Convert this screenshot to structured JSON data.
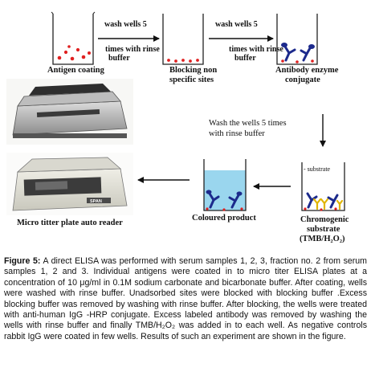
{
  "diagram": {
    "labels": {
      "antigen_coating": "Antigen coating",
      "wash1_l1": "wash wells 5",
      "wash1_l2": "times with rinse",
      "wash1_l3": "buffer",
      "blocking_l1": "Blocking non",
      "blocking_l2": "specific sites",
      "wash2_l1": "wash wells 5",
      "wash2_l2": "times with rinse",
      "wash2_l3": "buffer",
      "conjugate_l1": "Antibody enzyme",
      "conjugate_l2": "conjugate",
      "wash3_l1": "Wash the wells 5 times",
      "wash3_l2": "with rinse buffer",
      "substrate_tag": "- substrate",
      "chromo_l1": "Chromogenic",
      "chromo_l2": "substrate",
      "chromo_l3": "(TMB/H₂O₂)",
      "coloured_product": "Coloured product",
      "reader_label": "Micro titter plate auto reader",
      "reader_brand": "SPAN"
    }
  },
  "caption": {
    "figure_label": "Figure 5:",
    "text": " A direct ELISA was performed with serum samples 1, 2, 3, fraction no. 2 from serum samples 1, 2 and 3. Individual antigens were coated in to micro titer ELISA plates at a concentration of 10 μg/ml in 0.1M sodium carbonate and bicarbonate buffer. After coating, wells were washed with rinse buffer. Unadsorbed sites were blocked with blocking buffer .Excess blocking buffer was removed by washing with rinse buffer. After blocking, the wells were treated with anti-human IgG -HRP conjugate. Excess labeled antibody was removed by washing the wells with rinse buffer and finally TMB/H₂O₂ was added in to each well. As negative controls rabbit IgG were coated in few wells.  Results of such an experiment are shown in the figure."
  },
  "colors": {
    "antigen_dot": "#e02020",
    "antibody": "#1c2a8c",
    "substrate": "#e0b400",
    "liquid": "#9ad6ee",
    "arrow": "#111111"
  }
}
